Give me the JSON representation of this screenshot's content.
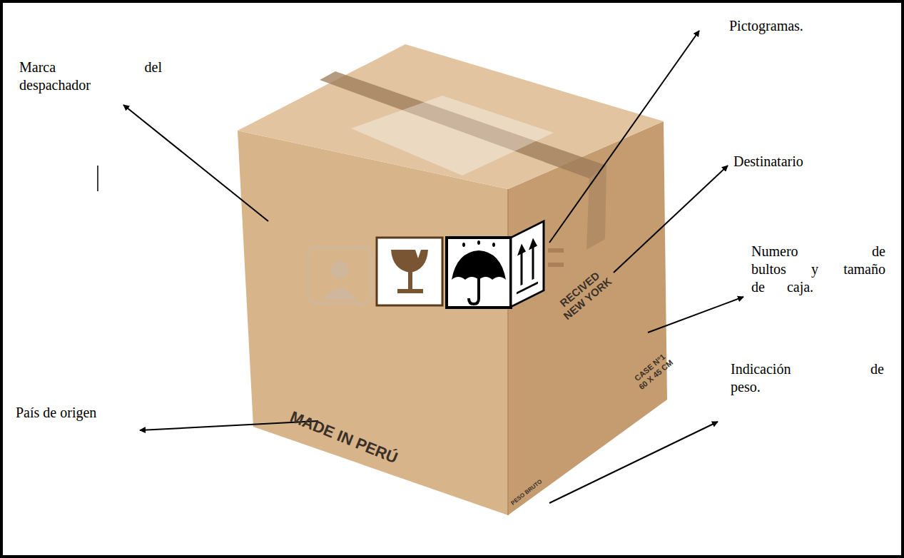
{
  "diagram": {
    "labels": [
      "Marca del despachador",
      "Pictogramas.",
      "Destinatario",
      "Numero de bultos y tamaño de caja.",
      "País de origen",
      "Indicación de peso.",
      "MADE IN PERÚ",
      "RECIVED NEW YORK",
      "CASE N°1 60 X 45 CM",
      "PESO BRUTO"
    ]
  }
}
